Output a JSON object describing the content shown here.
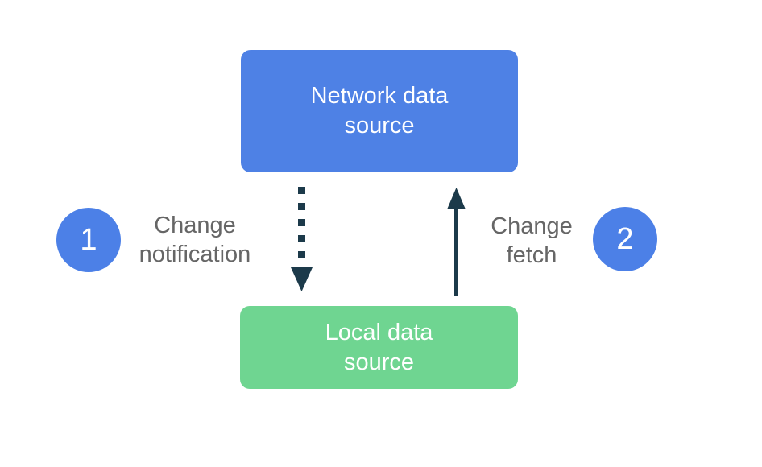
{
  "diagram": {
    "boxes": {
      "network": {
        "line1": "Network data",
        "line2": "source",
        "color": "#4e81e5"
      },
      "local": {
        "line1": "Local data",
        "line2": "source",
        "color": "#6fd591"
      }
    },
    "annotations": {
      "left": {
        "badge": "1",
        "line1": "Change",
        "line2": "notification"
      },
      "right": {
        "badge": "2",
        "line1": "Change",
        "line2": "fetch"
      }
    },
    "arrows": {
      "change_notification": {
        "style": "dotted",
        "direction": "down",
        "from": "Network data source",
        "to": "Local data source",
        "color": "#1c3a4a"
      },
      "change_fetch": {
        "style": "solid",
        "direction": "up",
        "from": "Local data source",
        "to": "Network data source",
        "color": "#1c3a4a"
      }
    },
    "colors": {
      "background": "#ffffff",
      "badge": "#4c80e7",
      "box_text": "#ffffff",
      "label_text": "#666666"
    }
  }
}
